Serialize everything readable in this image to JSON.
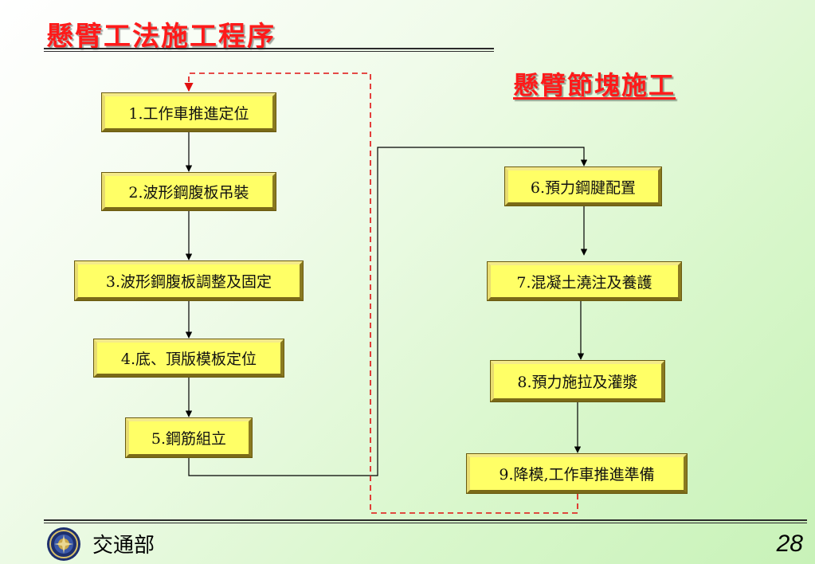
{
  "title": "懸臂工法施工程序",
  "subtitle": "懸臂節塊施工",
  "steps": [
    "1.工作車推進定位",
    "2.波形鋼腹板吊裝",
    "3.波形鋼腹板調整及固定",
    "4.底、頂版模板定位",
    "5.鋼筋組立",
    "6.預力鋼腱配置",
    "7.混凝土澆注及養護",
    "8.預力施拉及灌漿",
    "9.降模,工作車推進準備"
  ],
  "footer": {
    "org": "交通部",
    "page": "28"
  },
  "colors": {
    "title": "#ff1a1a",
    "box_fill": "#ffff66",
    "loop_line": "#e01010"
  }
}
